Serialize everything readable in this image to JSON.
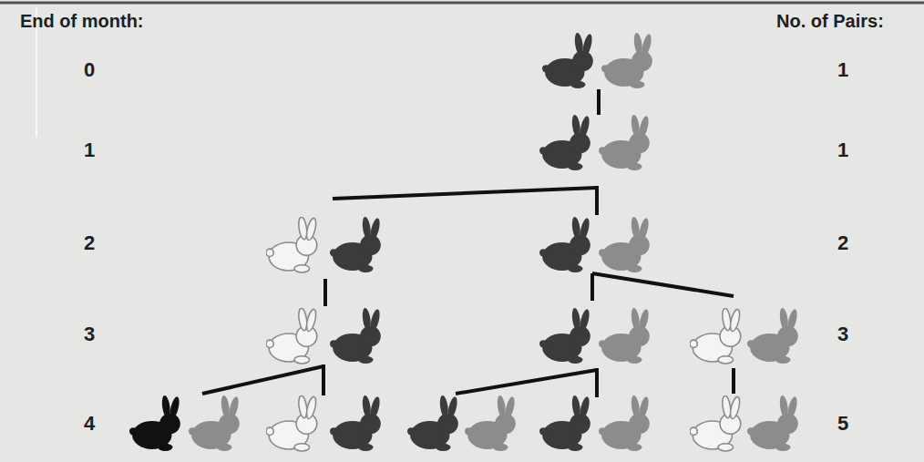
{
  "diagram": {
    "labels": [
      "End of month:",
      "No. of Pairs:",
      "0",
      "1",
      "1",
      "1",
      "2",
      "2",
      "3",
      "3",
      "4",
      "5"
    ]
  }
}
